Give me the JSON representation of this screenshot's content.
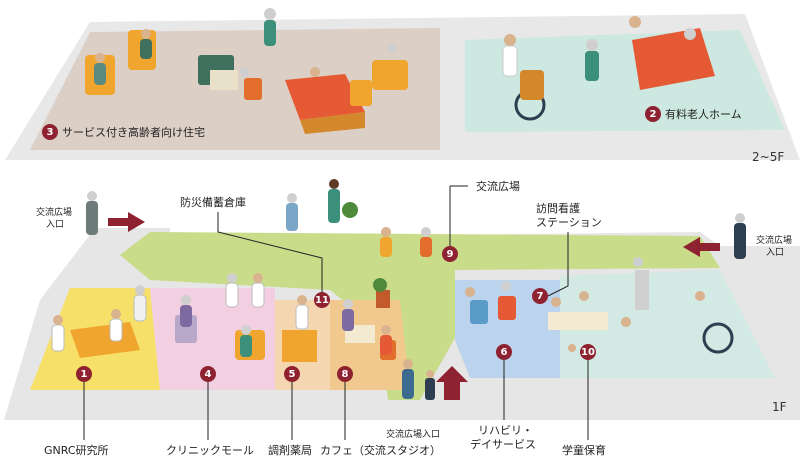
{
  "floors": {
    "upper": "2~5F",
    "ground": "1F"
  },
  "zones": [
    {
      "num": "1",
      "label": "GNRC研究所"
    },
    {
      "num": "2",
      "label": "有料老人ホーム"
    },
    {
      "num": "3",
      "label": "サービス付き高齢者向け住宅"
    },
    {
      "num": "4",
      "label": "クリニックモール"
    },
    {
      "num": "5",
      "label": "調剤薬局"
    },
    {
      "num": "6",
      "label": "リハビリ・デイサービス"
    },
    {
      "num": "7",
      "label": "訪問看護ステーション"
    },
    {
      "num": "8",
      "label": "カフェ（交流スタジオ）"
    },
    {
      "num": "9",
      "label": "交流広場"
    },
    {
      "num": "10",
      "label": "学童保育"
    },
    {
      "num": "11",
      "label": "防災備蓄倉庫"
    }
  ],
  "labels": {
    "rehab_line1": "リハビリ・",
    "rehab_line2": "デイサービス",
    "visit_line1": "訪問看護",
    "visit_line2": "ステーション",
    "entrance_left_1": "交流広場",
    "entrance_left_2": "入口",
    "entrance_right_1": "交流広場",
    "entrance_right_2": "入口",
    "entrance_bottom": "交流広場入口"
  },
  "colors": {
    "marker": "#8e2230",
    "plaza": "#c9dc8a",
    "lab": "#f6e06a",
    "clinic": "#f1cfe0",
    "pharmacy": "#f3d3a8",
    "cafe": "#f1c98f",
    "rehab": "#bcd3ee",
    "nursing": "#cfe6df",
    "residence": "#dccfc6",
    "wall": "#e6e6e6"
  }
}
